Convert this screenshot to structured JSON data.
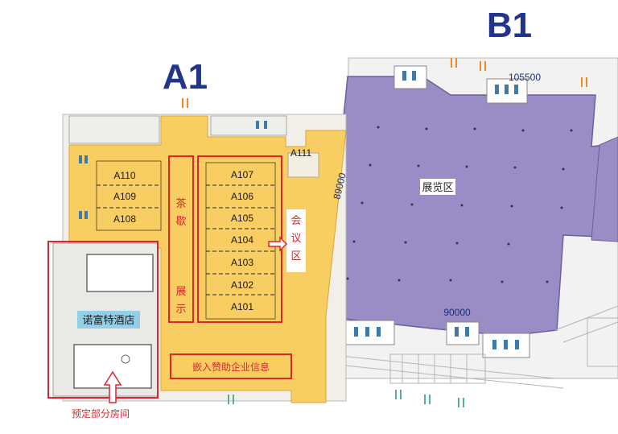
{
  "hall_a": {
    "title": "A1"
  },
  "hall_b": {
    "title": "B1"
  },
  "rooms": [
    "A110",
    "A109",
    "A108",
    "A107",
    "A106",
    "A105",
    "A104",
    "A103",
    "A102",
    "A101",
    "A111"
  ],
  "dimensions": {
    "top_width": "105500",
    "bottom_width": "90000",
    "height": "89000"
  },
  "labels": {
    "exhibition_area": "展览区",
    "tea_break": [
      "茶",
      "歇"
    ],
    "display": [
      "展",
      "示"
    ],
    "meeting_area": [
      "会",
      "议",
      "区"
    ],
    "hotel": "诺富特酒店",
    "sponsor_info": "嵌入赞助企业信息",
    "reserve_rooms": "预定部分房间"
  },
  "colors": {
    "hall_a_fill": "#f8cd62",
    "hall_b_fill": "#9a8cc4",
    "title_blue": "#22358a",
    "annotation_red": "#e0242a",
    "hotel_label_bg": "#92cfe8",
    "entrance_orange": "#f08a24",
    "entrance_green": "#4eb097"
  }
}
